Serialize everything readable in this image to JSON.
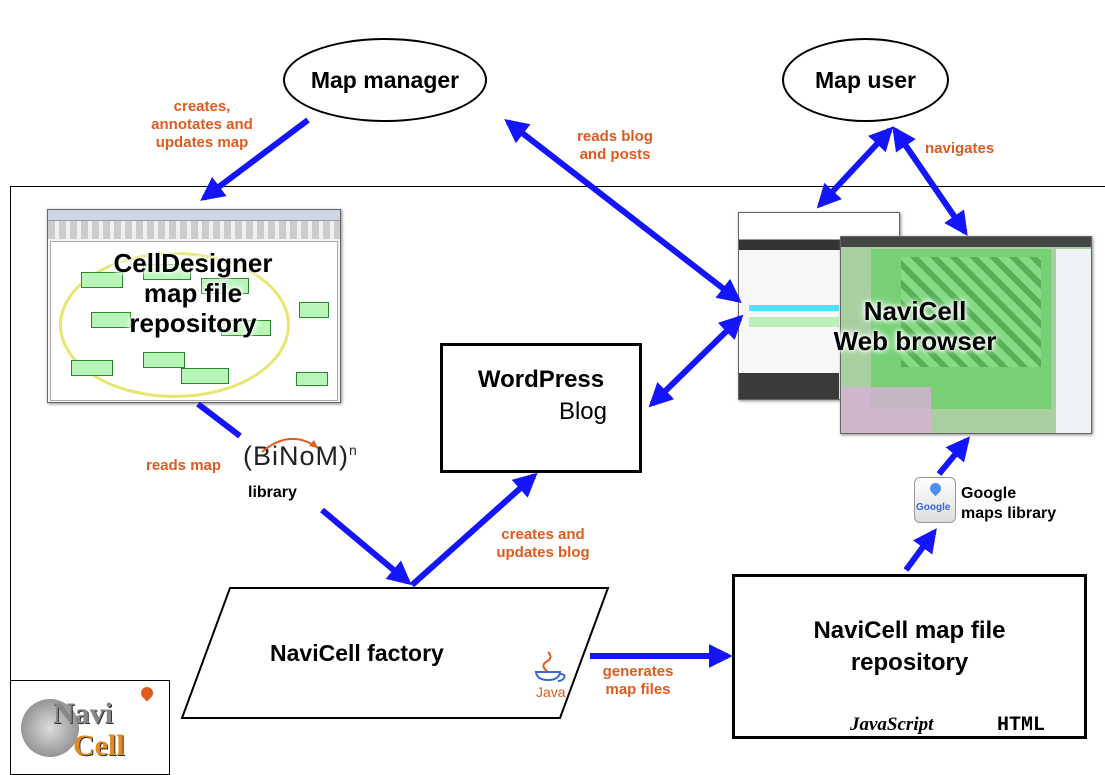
{
  "actors": {
    "map_manager": "Map manager",
    "map_user": "Map user"
  },
  "components": {
    "celldesigner": "CellDesigner\nmap file\nrepository",
    "navicell_browser": "NaviCell\nWeb browser",
    "wordpress_title": "WordPress",
    "wordpress_sub": "Blog",
    "factory": "NaviCell factory",
    "map_repository": "NaviCell map file\nrepository",
    "javascript_badge": "JavaScript",
    "html_badge": "HTML"
  },
  "libraries": {
    "binom_logo": "(BiNoM)",
    "binom_superscript": "n",
    "binom_caption": "library",
    "google_logo": "Google",
    "google_caption": "Google\nmaps library",
    "java_logo": "Java",
    "navicell_logo_top": "Navi",
    "navicell_logo_bottom": "Cell"
  },
  "edges": {
    "creates_annotates": "creates,\nannotates and\nupdates map",
    "reads_blog": "reads blog\nand posts",
    "navigates": "navigates",
    "reads_map": "reads map",
    "creates_blog": "creates and\nupdates blog",
    "generates": "generates\nmap files"
  },
  "colors": {
    "arrow": "#1414ff",
    "edge_label": "#e15a1e",
    "celldesigner_node": "#b9f5b9",
    "navicell_map": "#6ed06e"
  }
}
